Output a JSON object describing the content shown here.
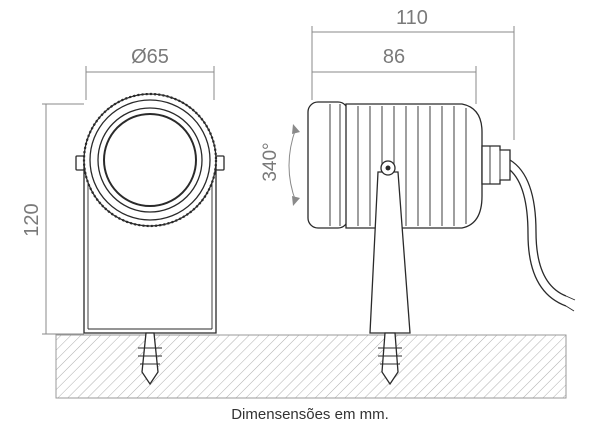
{
  "dimensions": {
    "diameter": "Ø65",
    "height": "120",
    "total_length": "110",
    "body_length": "86",
    "rotation": "340°"
  },
  "caption": "Dimensensões em mm.",
  "colors": {
    "line": "#2a2a2a",
    "dimension": "#8a8a8a",
    "hatch": "#9a9a9a"
  }
}
